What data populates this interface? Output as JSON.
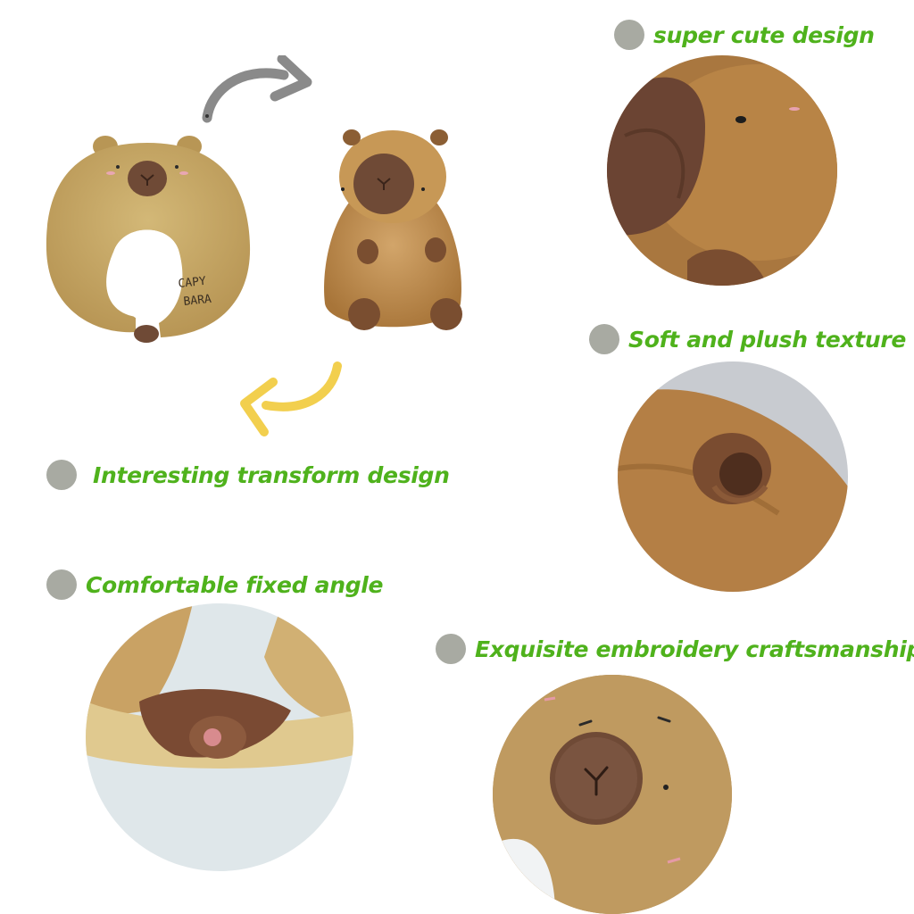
{
  "features": {
    "cute": {
      "label": "super cute design"
    },
    "plush": {
      "label": "Soft and plush texture"
    },
    "transform": {
      "label": "Interesting transform design"
    },
    "angle": {
      "label": "Comfortable fixed angle"
    },
    "embroidery": {
      "label": "Exquisite embroidery craftsmanship"
    }
  },
  "pillow_text": {
    "line1": "CAPY",
    "line2": "BARA"
  },
  "colors": {
    "label_green": "#4fb21c",
    "dot_gray": "#a8aaa2",
    "fur_light": "#c7a765",
    "fur_brown": "#b98745",
    "nose_brown": "#6f4a36",
    "arrow_gray": "#8a8a8a",
    "arrow_yellow": "#f2cf4e"
  },
  "icons": {
    "bullet": "gray-circle-bullet",
    "transform_arrow_top": "curved-arrow-right",
    "transform_arrow_bottom": "curved-arrow-left"
  }
}
